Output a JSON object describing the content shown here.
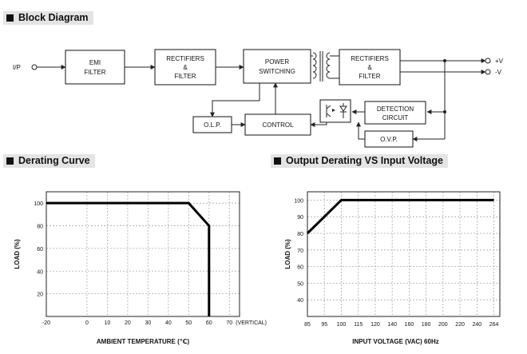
{
  "sections": {
    "block_diagram": "Block Diagram",
    "derating": "Derating Curve",
    "output_derating": "Output Derating VS Input Voltage"
  },
  "block_diagram": {
    "input_label": "I/P",
    "emi": [
      "EMI",
      "FILTER"
    ],
    "rect1": [
      "RECTIFIERS",
      "&",
      "FILTER"
    ],
    "power": [
      "POWER",
      "SWITCHING"
    ],
    "rect2": [
      "RECTIFIERS",
      "&",
      "FILTER"
    ],
    "olp": "O.L.P.",
    "control": "CONTROL",
    "detection": [
      "DETECTION",
      "CIRCUIT"
    ],
    "ovp": "O.V.P.",
    "out_pos": "+V",
    "out_neg": "-V"
  },
  "chart_data": [
    {
      "type": "line",
      "xlabel": "AMBIENT TEMPERATURE (℃)",
      "ylabel": "LOAD (%)",
      "x_ticks": [
        "-20",
        "0",
        "10",
        "20",
        "30",
        "40",
        "50",
        "60",
        "70"
      ],
      "x_extra_label": "(VERTICAL)",
      "y_ticks": [
        "20",
        "40",
        "60",
        "80",
        "100"
      ],
      "xlim": [
        -20,
        75
      ],
      "ylim": [
        0,
        110
      ],
      "grid": "dashed",
      "series": [
        {
          "x": [
            -20,
            50,
            60,
            60
          ],
          "y": [
            100,
            100,
            80,
            0
          ]
        }
      ]
    },
    {
      "type": "line",
      "xlabel": "INPUT VOLTAGE (VAC) 60Hz",
      "ylabel": "LOAD (%)",
      "x_ticks": [
        "85",
        "95",
        "100",
        "115",
        "120",
        "140",
        "160",
        "180",
        "200",
        "220",
        "240",
        "264"
      ],
      "y_ticks": [
        "40",
        "50",
        "60",
        "70",
        "80",
        "90",
        "100"
      ],
      "ylim": [
        30,
        105
      ],
      "grid": "dashed",
      "series": [
        {
          "x": [
            "85",
            "100",
            "264"
          ],
          "y": [
            80,
            100,
            100
          ]
        }
      ]
    }
  ]
}
